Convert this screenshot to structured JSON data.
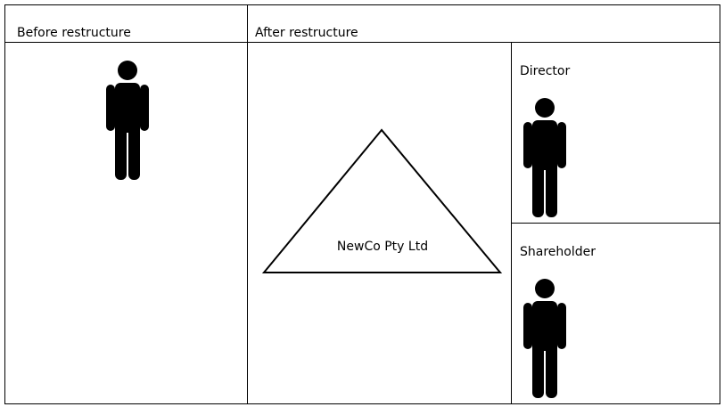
{
  "columns": {
    "before_label": "Before restructure",
    "after_label": "After restructure"
  },
  "entity": {
    "name": "NewCo Pty Ltd"
  },
  "roles": {
    "director_label": "Director",
    "shareholder_label": "Shareholder"
  },
  "icons": {
    "person": "person-icon",
    "entity": "triangle-icon"
  },
  "colors": {
    "lines": "#000000",
    "background": "#ffffff"
  }
}
